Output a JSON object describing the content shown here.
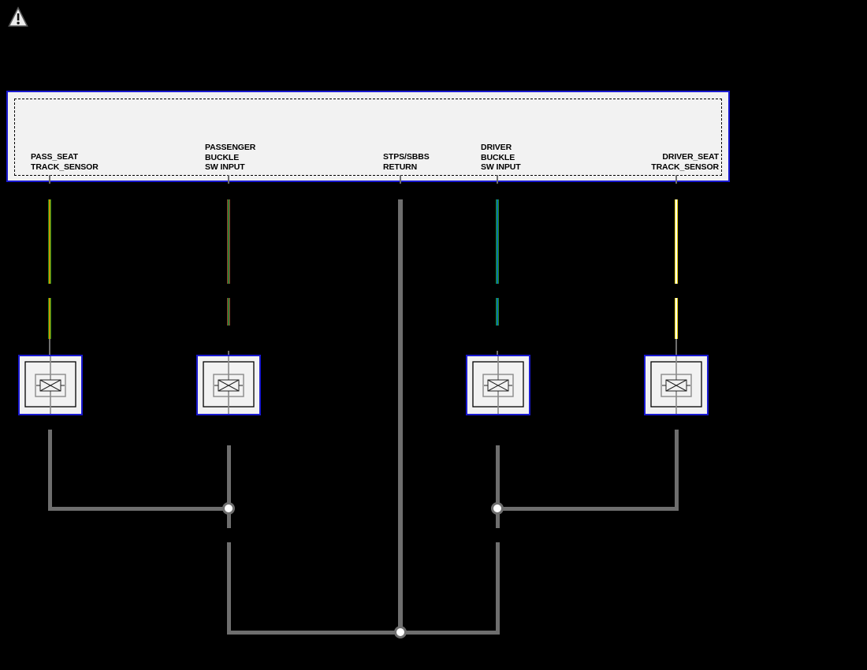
{
  "diagram": {
    "type": "wiring-schematic",
    "background_hex": "#000000",
    "harness_hex": "#6e6e6e",
    "warning_icon": "warning-triangle-icon",
    "module": {
      "border_hex": "#1a1ad1",
      "fill_hex": "#f2f2f2",
      "pins": [
        {
          "id": "pass-seat-track-sensor",
          "label_lines": [
            "PASS_SEAT",
            "TRACK_SENSOR"
          ],
          "wire_hex": "#1f8c1f",
          "stripe_hex": "#c99700"
        },
        {
          "id": "passenger-buckle-sw-input",
          "label_lines": [
            "PASSENGER",
            "BUCKLE",
            "SW INPUT"
          ],
          "wire_hex": "#8f3d2c",
          "stripe_hex": "#2f7d33"
        },
        {
          "id": "stps-sbbs-return",
          "label_lines": [
            "STPS/SBBS",
            "RETURN"
          ],
          "wire_hex": "#7d7d7d",
          "stripe_hex": "#7d7d7d"
        },
        {
          "id": "driver-buckle-sw-input",
          "label_lines": [
            "DRIVER",
            "BUCKLE",
            "SW INPUT"
          ],
          "wire_hex": "#1f8c1f",
          "stripe_hex": "#0a6fae"
        },
        {
          "id": "driver-seat-track-sensor",
          "label_lines": [
            "DRIVER_SEAT",
            "TRACK_SENSOR"
          ],
          "wire_hex": "#ecd80a",
          "stripe_hex": "#fbfbee"
        }
      ]
    },
    "connector_symbol": {
      "border_hex": "#1a1ad1",
      "fill_hex": "#f2f2f2",
      "count": 4
    },
    "splice_junctions": {
      "count": 3,
      "fill_hex": "#ffffff",
      "ring_hex": "#6e6e6e"
    }
  }
}
